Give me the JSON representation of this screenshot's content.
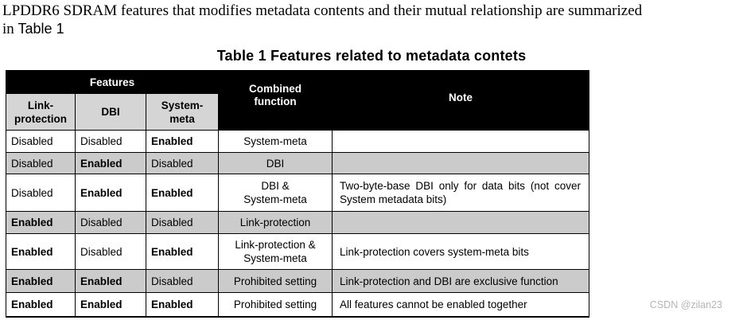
{
  "intro": {
    "line1": "LPDDR6 SDRAM features that modifies metadata contents and their mutual relationship are summarized",
    "line2_prefix": "in ",
    "line2_ref": "Table 1"
  },
  "table": {
    "title": "Table 1 Features related to metadata contets",
    "header": {
      "features_group": "Features",
      "columns": [
        "Link-\nprotection",
        "DBI",
        "System-\nmeta"
      ],
      "combined": "Combined\nfunction",
      "note": "Note"
    },
    "rows": [
      {
        "link_protection": "Disabled",
        "dbi": "Disabled",
        "system_meta": "Enabled",
        "combined": "System-meta",
        "note": ""
      },
      {
        "link_protection": "Disabled",
        "dbi": "Enabled",
        "system_meta": "Disabled",
        "combined": "DBI",
        "note": ""
      },
      {
        "link_protection": "Disabled",
        "dbi": "Enabled",
        "system_meta": "Enabled",
        "combined": "DBI &\nSystem-meta",
        "note": "Two-byte-base DBI only for data bits (not cover System metadata bits)"
      },
      {
        "link_protection": "Enabled",
        "dbi": "Disabled",
        "system_meta": "Disabled",
        "combined": "Link-protection",
        "note": ""
      },
      {
        "link_protection": "Enabled",
        "dbi": "Disabled",
        "system_meta": "Enabled",
        "combined": "Link-protection &\nSystem-meta",
        "note": "Link-protection covers system-meta bits"
      },
      {
        "link_protection": "Enabled",
        "dbi": "Enabled",
        "system_meta": "Disabled",
        "combined": "Prohibited setting",
        "note": "Link-protection and DBI are exclusive function"
      },
      {
        "link_protection": "Enabled",
        "dbi": "Enabled",
        "system_meta": "Enabled",
        "combined": "Prohibited setting",
        "note": "All features cannot be enabled together"
      }
    ],
    "colors": {
      "header_black": "#000000",
      "header_gray": "#d5d5d5",
      "row_stripe_gray": "#cbcbcb",
      "border": "#000000"
    }
  },
  "watermark": "CSDN @zilan23"
}
